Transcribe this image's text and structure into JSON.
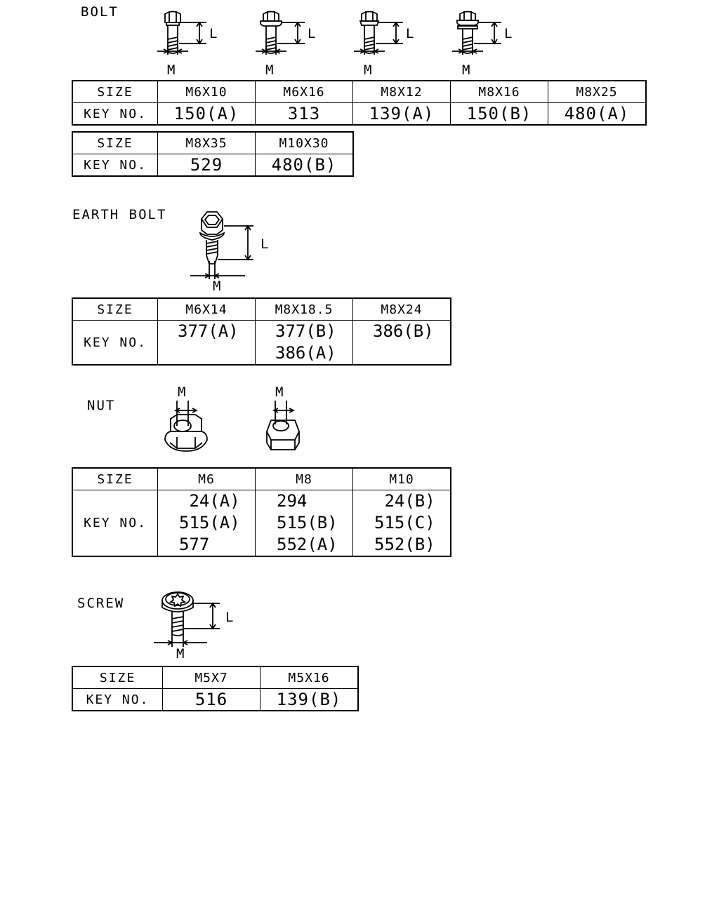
{
  "dimension_labels": {
    "length": "L",
    "diameter": "M"
  },
  "bolt": {
    "title": "BOLT",
    "table1": {
      "size_label": "SIZE",
      "key_label": "KEY NO.",
      "sizes": [
        "M6X10",
        "M6X16",
        "M8X12",
        "M8X16",
        "M8X25"
      ],
      "keys": [
        "150(A)",
        "313",
        "139(A)",
        "150(B)",
        "480(A)"
      ]
    },
    "table2": {
      "size_label": "SIZE",
      "key_label": "KEY NO.",
      "sizes": [
        "M8X35",
        "M10X30"
      ],
      "keys": [
        "529",
        "480(B)"
      ]
    }
  },
  "earth_bolt": {
    "title": "EARTH BOLT",
    "size_label": "SIZE",
    "key_label": "KEY NO.",
    "sizes": [
      "M6X14",
      "M8X18.5",
      "M8X24"
    ],
    "keys": [
      [
        "377(A)"
      ],
      [
        "377(B)",
        "386(A)"
      ],
      [
        "386(B)"
      ]
    ]
  },
  "nut": {
    "title": "NUT",
    "size_label": "SIZE",
    "key_label": "KEY NO.",
    "sizes": [
      "M6",
      "M8",
      "M10"
    ],
    "keys": [
      [
        " 24(A)",
        "515(A)",
        "577"
      ],
      [
        "294",
        "515(B)",
        "552(A)"
      ],
      [
        " 24(B)",
        "515(C)",
        "552(B)"
      ]
    ]
  },
  "screw": {
    "title": "SCREW",
    "size_label": "SIZE",
    "key_label": "KEY NO.",
    "sizes": [
      "M5X7",
      "M5X16"
    ],
    "keys": [
      "516",
      "139(B)"
    ]
  }
}
